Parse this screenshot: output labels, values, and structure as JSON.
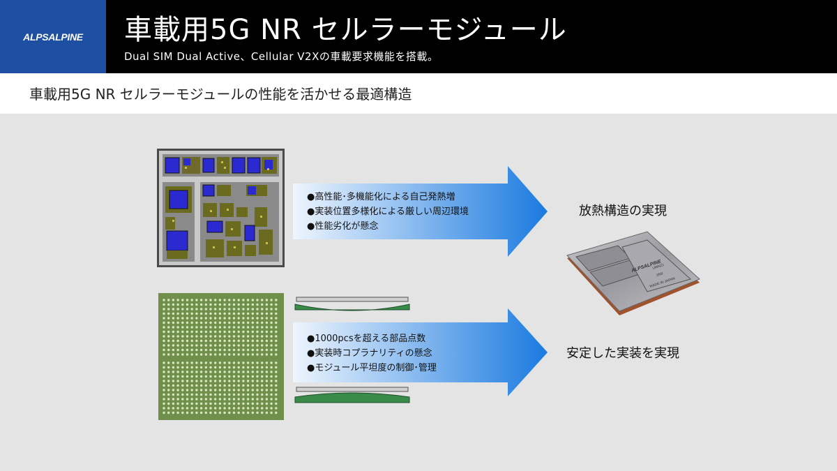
{
  "header": {
    "logo": "ALPSALPINE",
    "title": "車載用5G NR セルラーモジュール",
    "subtitle": "Dual SIM Dual Active、Cellular V2Xの車載要求機能を搭載。"
  },
  "section": {
    "title": "車載用5G NR セルラーモジュールの性能を活かせる最適構造"
  },
  "rows": [
    {
      "bullets": [
        "●高性能･多機能化による自己発熱増",
        "●実装位置多様化による厳しい周辺環境",
        "●性能劣化が懸念"
      ],
      "result": "放熱構造の実現"
    },
    {
      "bullets": [
        "●1000pcsを超える部品点数",
        "●実装時コプラナリティの懸念",
        "●モジュール平坦度の制御･管理"
      ],
      "result": "安定した実装を実現"
    }
  ],
  "module_label": {
    "brand": "ALPSALPINE",
    "model": "UMNZ1",
    "code": "0N8",
    "origin": "MADE IN JAPAN"
  },
  "colors": {
    "header_bg": "#000000",
    "logo_bg": "#1f4fa2",
    "arrow_light": "#e8f1fc",
    "arrow_dark": "#1f7fe0",
    "pcb_green": "#6f8f4a"
  }
}
